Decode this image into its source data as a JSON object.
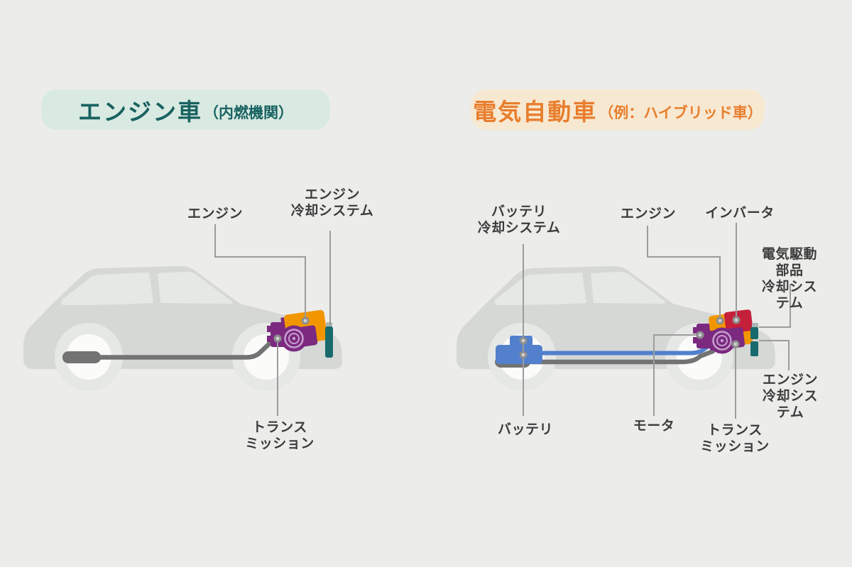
{
  "left_panel": {
    "header": {
      "title": "エンジン車",
      "subtitle": "（内燃機関）"
    },
    "labels": {
      "engine": "エンジン",
      "engine_cooling": "エンジン\n冷却システム",
      "transmission": "トランス\nミッション"
    }
  },
  "right_panel": {
    "header": {
      "title": "電気自動車",
      "subtitle": "（例：ハイブリッド車）"
    },
    "labels": {
      "battery_cooling": "バッテリ\n冷却システム",
      "engine": "エンジン",
      "inverter": "インバータ",
      "edrive_cooling": "電気駆動部品\n冷却システム",
      "engine_cooling": "エンジン\n冷却システム",
      "battery": "バッテリ",
      "motor": "モータ",
      "transmission": "トランス\nミッション"
    }
  },
  "colors": {
    "page_bg": "#ececea",
    "pill_left_bg": "#d9eae2",
    "pill_left_text": "#186261",
    "pill_right_bg": "#f7e8d1",
    "pill_right_text": "#e87e2d",
    "car_body": "#d5d8d5",
    "car_window": "#e5e8e5",
    "wheel_ring": "#e6e8e6",
    "wheel_hub": "#fbfbfa",
    "engine_orange": "#f29600",
    "transmission_purple": "#7b2a80",
    "inverter_red": "#c4203a",
    "cooling_teal": "#186a6d",
    "cooling_cap": "#a9b6b5",
    "battery_blue": "#5280cc",
    "gear_ring": "#c79fcd",
    "leader_gray": "#9c9c9c",
    "shaft_gray": "#737373",
    "dot_outer": "#8e8e8e",
    "dot_inner": "#d2d2d2",
    "label_text": "#3c3c3c"
  }
}
